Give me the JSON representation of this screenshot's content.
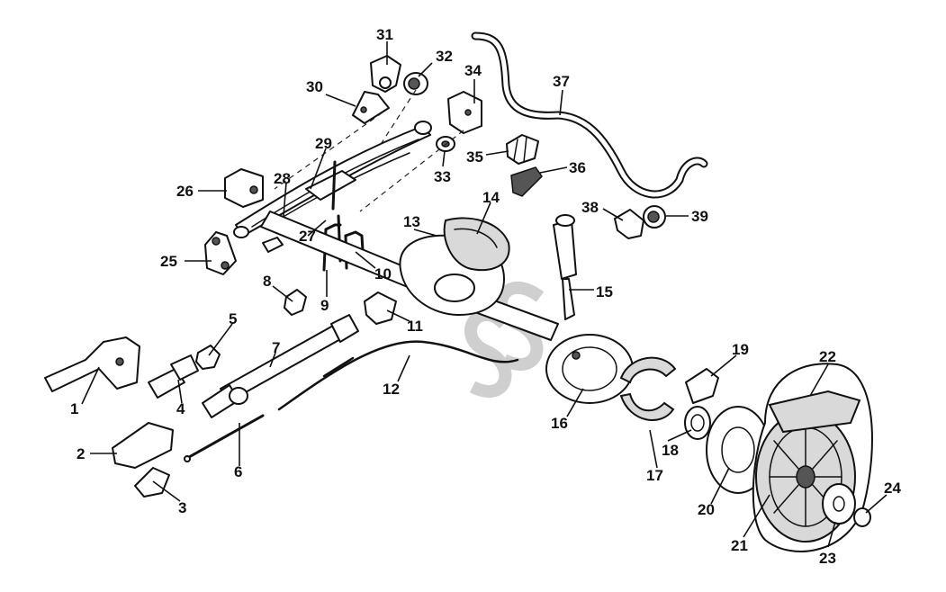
{
  "diagram": {
    "callouts": [
      {
        "id": "c1",
        "label": "1"
      },
      {
        "id": "c2",
        "label": "2"
      },
      {
        "id": "c3",
        "label": "3"
      },
      {
        "id": "c4",
        "label": "4"
      },
      {
        "id": "c5",
        "label": "5"
      },
      {
        "id": "c6",
        "label": "6"
      },
      {
        "id": "c7",
        "label": "7"
      },
      {
        "id": "c8",
        "label": "8"
      },
      {
        "id": "c9",
        "label": "9"
      },
      {
        "id": "c10",
        "label": "10"
      },
      {
        "id": "c11",
        "label": "11"
      },
      {
        "id": "c12",
        "label": "12"
      },
      {
        "id": "c13",
        "label": "13"
      },
      {
        "id": "c14",
        "label": "14"
      },
      {
        "id": "c15",
        "label": "15"
      },
      {
        "id": "c16",
        "label": "16"
      },
      {
        "id": "c17",
        "label": "17"
      },
      {
        "id": "c18",
        "label": "18"
      },
      {
        "id": "c19",
        "label": "19"
      },
      {
        "id": "c20",
        "label": "20"
      },
      {
        "id": "c21",
        "label": "21"
      },
      {
        "id": "c22",
        "label": "22"
      },
      {
        "id": "c23",
        "label": "23"
      },
      {
        "id": "c24",
        "label": "24"
      },
      {
        "id": "c25",
        "label": "25"
      },
      {
        "id": "c26",
        "label": "26"
      },
      {
        "id": "c27",
        "label": "27"
      },
      {
        "id": "c28",
        "label": "28"
      },
      {
        "id": "c29",
        "label": "29"
      },
      {
        "id": "c30",
        "label": "30"
      },
      {
        "id": "c31",
        "label": "31"
      },
      {
        "id": "c32",
        "label": "32"
      },
      {
        "id": "c33",
        "label": "33"
      },
      {
        "id": "c34",
        "label": "34"
      },
      {
        "id": "c35",
        "label": "35"
      },
      {
        "id": "c36",
        "label": "36"
      },
      {
        "id": "c37",
        "label": "37"
      },
      {
        "id": "c38",
        "label": "38"
      },
      {
        "id": "c39",
        "label": "39"
      }
    ],
    "watermark_letters": "SS"
  }
}
